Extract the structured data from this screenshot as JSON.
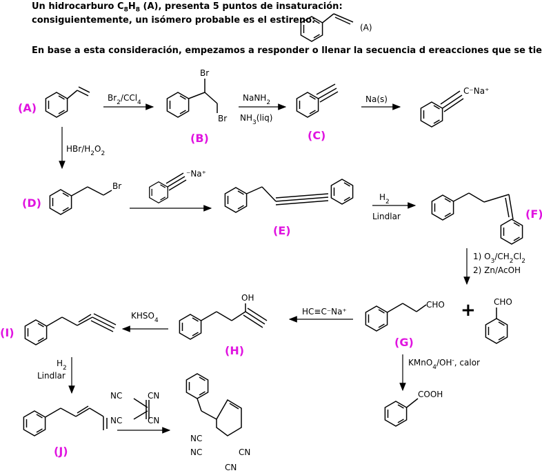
{
  "intro": {
    "line1": "Un hidrocarburo C8H8 (A), presenta 5 puntos de insaturación:",
    "line2": "consiguientemente, un isómero probable es el estireno:",
    "line2_label": "(A)",
    "line3": "En base a esta consideración, empezamos a responder o llenar la secuencia d ereacciones que se tiene."
  },
  "labels": {
    "A": "(A)",
    "B": "(B)",
    "C": "(C)",
    "D": "(D)",
    "E": "(E)",
    "F": "(F)",
    "G": "(G)",
    "H": "(H)",
    "I": "(I)",
    "J": "(J)"
  },
  "reagents": {
    "br2": "Br2/CCl4",
    "nanh2": "NaNH2",
    "nh3": "NH3(liq)",
    "na": "Na(s)",
    "hbr": "HBr/H2O2",
    "h2_a": "H2",
    "lindlar_a": "Lindlar",
    "ozone": "1) O3/CH2Cl2",
    "zn": "2) Zn/AcOH",
    "acetylide": "HC≡C⁻Na⁺",
    "khso4": "KHSO4",
    "kmno4": "KMnO4/OH⁻, calor",
    "h2_b": "H2",
    "lindlar_b": "Lindlar"
  },
  "atoms": {
    "br1": "Br",
    "br2": "Br",
    "br3": "Br",
    "cna": "C⁻Na⁺",
    "cna2": "⁻Na⁺",
    "oh": "OH",
    "cho1": "CHO",
    "cho2": "CHO",
    "cooh": "COOH",
    "nc1": "NC",
    "cn1": "CN",
    "nc2": "NC",
    "cn2": "CN",
    "p_nc1": "NC",
    "p_nc2": "NC",
    "p_cn1": "CN",
    "p_cn2": "CN"
  },
  "plus": "+"
}
